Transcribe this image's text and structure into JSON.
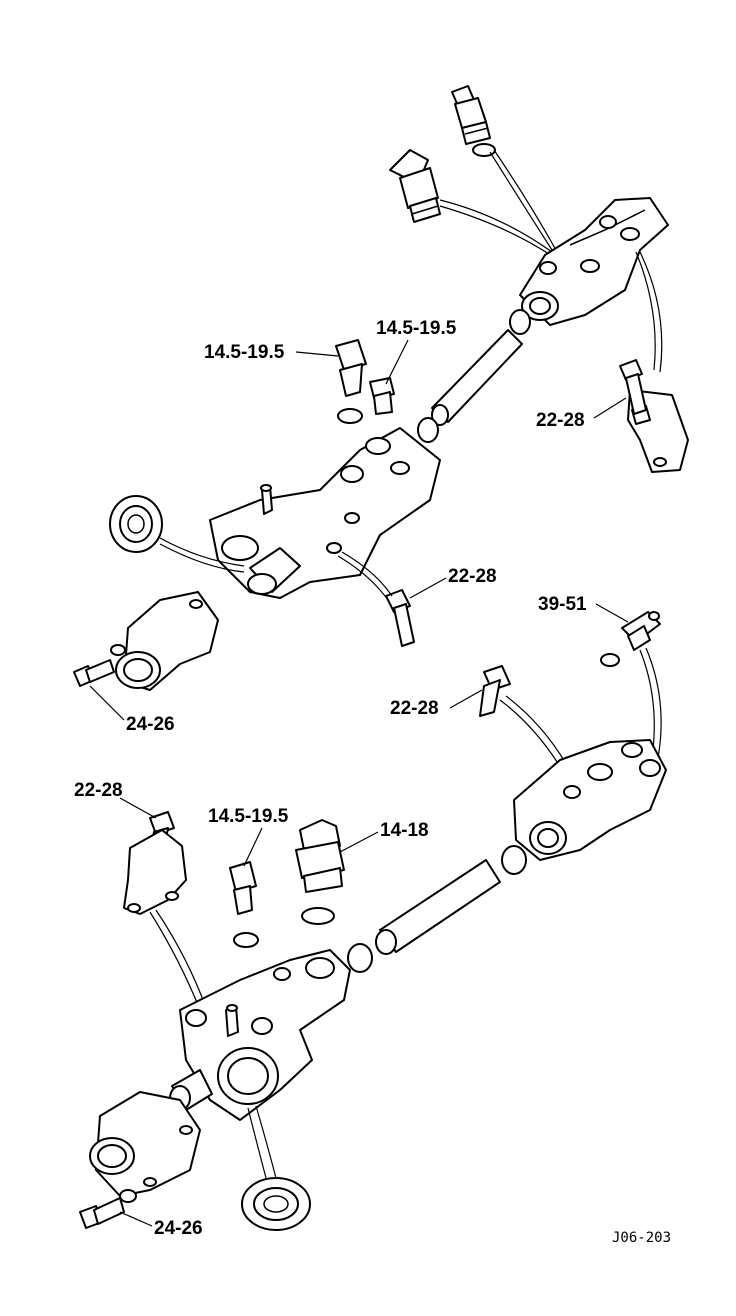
{
  "labels": {
    "top_sensor_left": "14.5-19.5",
    "top_sensor_right": "14.5-19.5",
    "top_bracket_bolt": "22-28",
    "top_housing_bolt": "22-28",
    "top_housing_cover_bolt": "24-26",
    "lower_switch_right": "39-51",
    "lower_rear_housing_bolt": "22-28",
    "lower_bracket_bolt": "22-28",
    "lower_sensor_small": "14.5-19.5",
    "lower_sender": "14-18",
    "lower_housing_cover_bolt": "24-26"
  },
  "figure_code": "J06-203"
}
